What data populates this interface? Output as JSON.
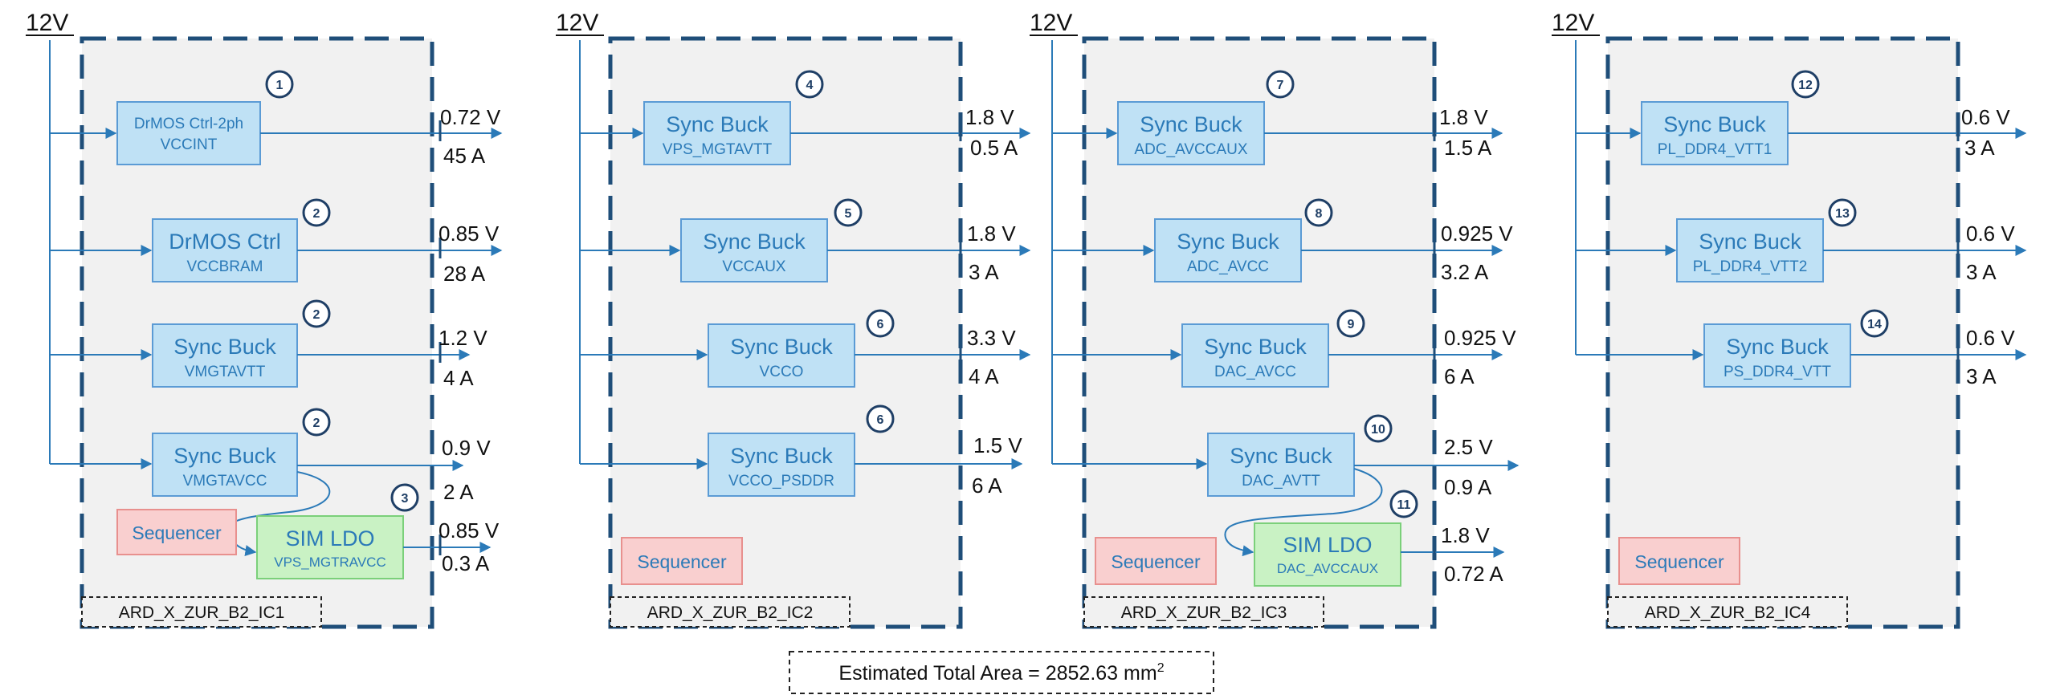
{
  "colors": {
    "frame_border": "#1f4e79",
    "frame_fill": "#f1f1f1",
    "block_fill": "#bfe1f5",
    "block_border": "#5b9bd5",
    "wire": "#2b7ab8",
    "ldo_fill": "#c9f2c4",
    "ldo_border": "#7bd07a",
    "sequencer_fill": "#f9cfcf",
    "sequencer_border": "#e8908e",
    "badge": "#1f3f66"
  },
  "input_label": "12V",
  "panels": [
    {
      "ic_label": "ARD_X_ZUR_B2_IC1",
      "blocks": [
        {
          "name": "DrMOS Ctrl-2ph",
          "sub": "VCCINT",
          "badge": "1",
          "voltage": "0.72 V",
          "current": "45 A"
        },
        {
          "name": "DrMOS Ctrl",
          "sub": "VCCBRAM",
          "badge": "2",
          "voltage": "0.85 V",
          "current": "28 A"
        },
        {
          "name": "Sync Buck",
          "sub": "VMGTAVTT",
          "badge": "2",
          "voltage": "1.2 V",
          "current": "4 A"
        },
        {
          "name": "Sync Buck",
          "sub": "VMGTAVCC",
          "badge": "2",
          "voltage": "0.9 V",
          "current": "2 A"
        }
      ],
      "ldo": {
        "name": "SIM LDO",
        "sub": "VPS_MGTRAVCC",
        "badge": "3",
        "voltage": "0.85 V",
        "current": "0.3 A"
      },
      "sequencer": "Sequencer"
    },
    {
      "ic_label": "ARD_X_ZUR_B2_IC2",
      "blocks": [
        {
          "name": "Sync Buck",
          "sub": "VPS_MGTAVTT",
          "badge": "4",
          "voltage": "1.8 V",
          "current": "0.5 A"
        },
        {
          "name": "Sync Buck",
          "sub": "VCCAUX",
          "badge": "5",
          "voltage": "1.8 V",
          "current": "3 A"
        },
        {
          "name": "Sync Buck",
          "sub": "VCCO",
          "badge": "6",
          "voltage": "3.3 V",
          "current": "4 A"
        },
        {
          "name": "Sync Buck",
          "sub": "VCCO_PSDDR",
          "badge": "6",
          "voltage": "1.5 V",
          "current": "6 A"
        }
      ],
      "sequencer": "Sequencer"
    },
    {
      "ic_label": "ARD_X_ZUR_B2_IC3",
      "blocks": [
        {
          "name": "Sync Buck",
          "sub": "ADC_AVCCAUX",
          "badge": "7",
          "voltage": "1.8 V",
          "current": "1.5 A"
        },
        {
          "name": "Sync Buck",
          "sub": "ADC_AVCC",
          "badge": "8",
          "voltage": "0.925 V",
          "current": "3.2 A"
        },
        {
          "name": "Sync Buck",
          "sub": "DAC_AVCC",
          "badge": "9",
          "voltage": "0.925 V",
          "current": "6 A"
        },
        {
          "name": "Sync Buck",
          "sub": "DAC_AVTT",
          "badge": "10",
          "voltage": "2.5 V",
          "current": "0.9 A"
        }
      ],
      "ldo": {
        "name": "SIM LDO",
        "sub": "DAC_AVCCAUX",
        "badge": "11",
        "voltage": "1.8 V",
        "current": "0.72 A"
      },
      "sequencer": "Sequencer"
    },
    {
      "ic_label": "ARD_X_ZUR_B2_IC4",
      "blocks": [
        {
          "name": "Sync Buck",
          "sub": "PL_DDR4_VTT1",
          "badge": "12",
          "voltage": "0.6 V",
          "current": "3 A"
        },
        {
          "name": "Sync Buck",
          "sub": "PL_DDR4_VTT2",
          "badge": "13",
          "voltage": "0.6 V",
          "current": "3 A"
        },
        {
          "name": "Sync Buck",
          "sub": "PS_DDR4_VTT",
          "badge": "14",
          "voltage": "0.6 V",
          "current": "3 A"
        }
      ],
      "sequencer": "Sequencer"
    }
  ],
  "total_area": {
    "text": "Estimated Total Area = 2852.63 mm",
    "superscript": "2"
  }
}
